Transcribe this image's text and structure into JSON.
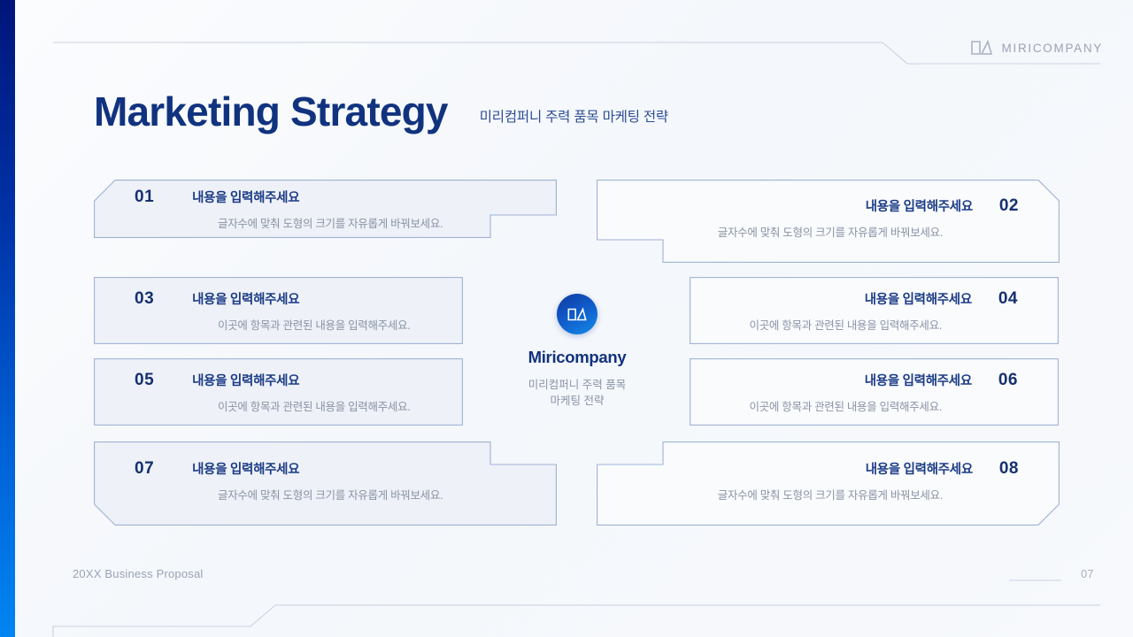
{
  "brand": {
    "name": "MIRICOMPANY",
    "logo_icon": "miricompany-book-logo-icon"
  },
  "header": {
    "title": "Marketing Strategy",
    "subtitle": "미리컴퍼니 주력 품목 마케팅 전략"
  },
  "center": {
    "logo_icon": "miricompany-book-logo-icon",
    "name": "Miricompany",
    "sub_line1": "미리컴퍼니 주력 품목",
    "sub_line2": "마케팅 전략"
  },
  "cards": [
    {
      "number": "01",
      "heading": "내용을 입력해주세요",
      "desc": "글자수에 맞춰 도형의 크기를 자유롭게 바꿔보세요."
    },
    {
      "number": "02",
      "heading": "내용을 입력해주세요",
      "desc": "글자수에 맞춰 도형의 크기를 자유롭게 바꿔보세요."
    },
    {
      "number": "03",
      "heading": "내용을 입력해주세요",
      "desc": "이곳에 항목과 관련된 내용을 입력해주세요."
    },
    {
      "number": "04",
      "heading": "내용을 입력해주세요",
      "desc": "이곳에 항목과 관련된 내용을 입력해주세요."
    },
    {
      "number": "05",
      "heading": "내용을 입력해주세요",
      "desc": "이곳에 항목과 관련된 내용을 입력해주세요."
    },
    {
      "number": "06",
      "heading": "내용을 입력해주세요",
      "desc": "이곳에 항목과 관련된 내용을 입력해주세요."
    },
    {
      "number": "07",
      "heading": "내용을 입력해주세요",
      "desc": "글자수에 맞춰 도형의 크기를 자유롭게 바꿔보세요."
    },
    {
      "number": "08",
      "heading": "내용을 입력해주세요",
      "desc": "글자수에 맞춰 도형의 크기를 자유롭게 바꿔보세요."
    }
  ],
  "footer": {
    "text": "20XX Business Proposal",
    "page": "07"
  },
  "colors": {
    "accent_dark": "#00157a",
    "accent_light": "#0085f2",
    "title": "#11337f",
    "heading": "#1b3c86",
    "number": "#14306f",
    "muted": "#8a93a6",
    "card_fill": "#eef1f7",
    "card_border": "#9fb2d4",
    "background": "#f7f9fc"
  }
}
